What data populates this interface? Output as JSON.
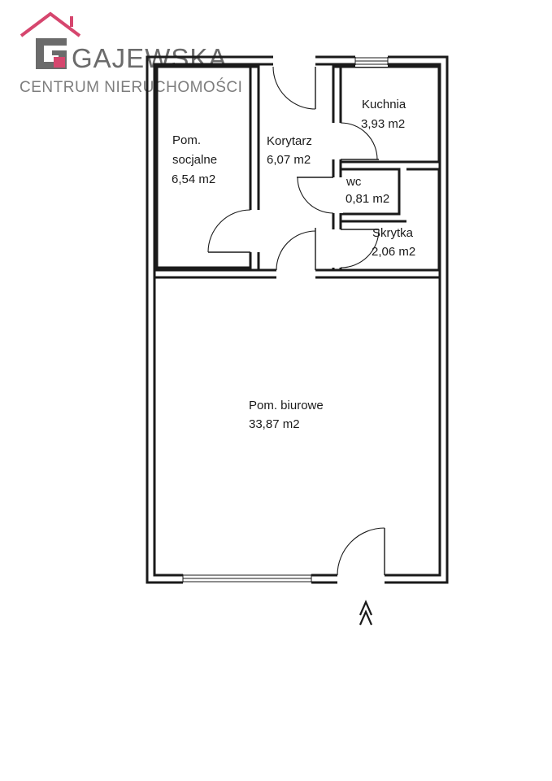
{
  "logo": {
    "name": "GAJEWSKA",
    "tagline": "CENTRUM NIERUCHOMOŚCI",
    "colors": {
      "roof": "#d6466e",
      "accent": "#d6466e",
      "letter": "#6b6b6b"
    }
  },
  "rooms": {
    "social": {
      "line1": "Pom.",
      "line2": "socjalne",
      "area": "6,54 m2"
    },
    "corridor": {
      "name": "Korytarz",
      "area": "6,07 m2"
    },
    "kitchen": {
      "name": "Kuchnia",
      "area": "3,93 m2"
    },
    "wc": {
      "name": "wc",
      "area": "0,81 m2"
    },
    "storage": {
      "name": "Skrytka",
      "area": "2,06 m2"
    },
    "office": {
      "name": "Pom. biurowe",
      "area": "33,87 m2"
    }
  },
  "entrance_icon": "double-chevron-up-icon"
}
